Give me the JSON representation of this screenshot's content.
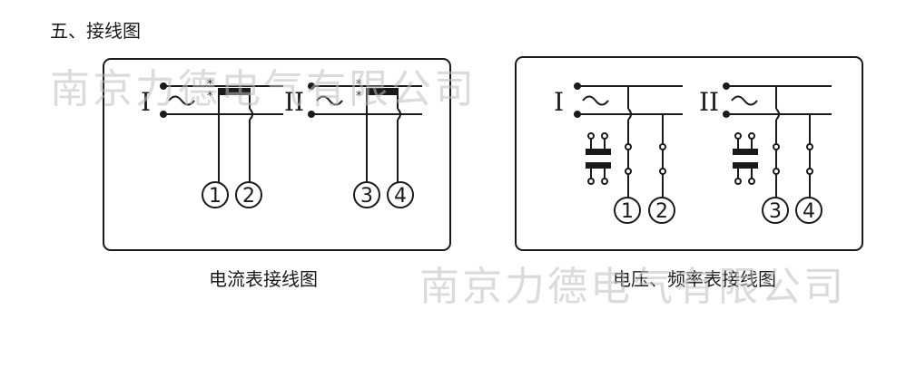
{
  "heading": "五、接线图",
  "watermark": "南京力德电气有限公司",
  "diagrams": {
    "current": {
      "caption": "电流表接线图",
      "phases": [
        "I",
        "II"
      ],
      "polarity_mark": "*",
      "terminals": [
        "1",
        "2",
        "3",
        "4"
      ]
    },
    "voltage": {
      "caption": "电压、频率表接线图",
      "phases": [
        "I",
        "II"
      ],
      "terminals": [
        "1",
        "2",
        "3",
        "4"
      ]
    }
  },
  "colors": {
    "line": "#1a1a1a",
    "watermark": "#bebebe"
  }
}
